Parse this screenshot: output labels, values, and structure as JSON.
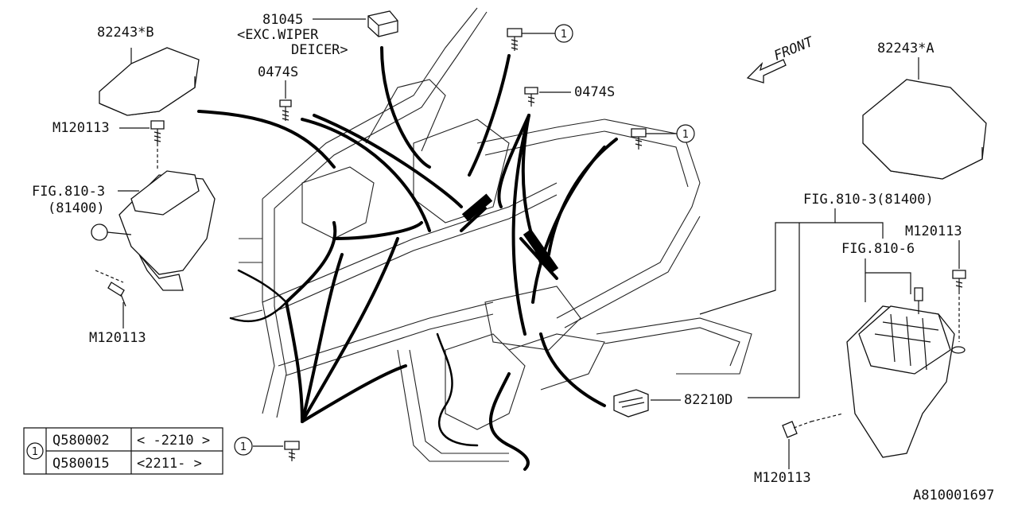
{
  "labels": {
    "p82243b": "82243*B",
    "p81045": "81045",
    "exc_line1": "<EXC.WIPER",
    "exc_line2": "DEICER>",
    "p0474s_left": "0474S",
    "p0474s_mid": "0474S",
    "m120113_top_left": "M120113",
    "fig8103_left_line1": "FIG.810-3",
    "fig8103_left_line2": "(81400)",
    "m120113_bottom_left": "M120113",
    "front": "FRONT",
    "p82243a": "82243*A",
    "fig8103_right": "FIG.810-3(81400)",
    "m120113_right": "M120113",
    "fig8106": "FIG.810-6",
    "p82210d": "82210D",
    "m120113_bottom_right": "M120113",
    "figure_id": "A810001697"
  },
  "callout_mark": "1",
  "legend_table": {
    "mark": "1",
    "rows": [
      {
        "part": "Q580002",
        "range": "< -2210 >"
      },
      {
        "part": "Q580015",
        "range": "<2211-  >"
      }
    ]
  }
}
